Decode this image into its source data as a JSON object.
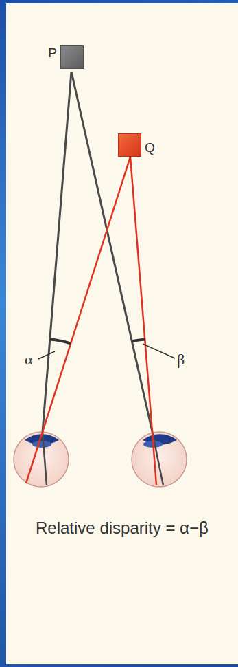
{
  "diagram": {
    "nodes": [
      {
        "text": [
          "P"
        ]
      },
      {
        "text": [
          "Q"
        ]
      }
    ],
    "labels": [
      "α",
      "β",
      "Relative disparity = α−β"
    ]
  }
}
